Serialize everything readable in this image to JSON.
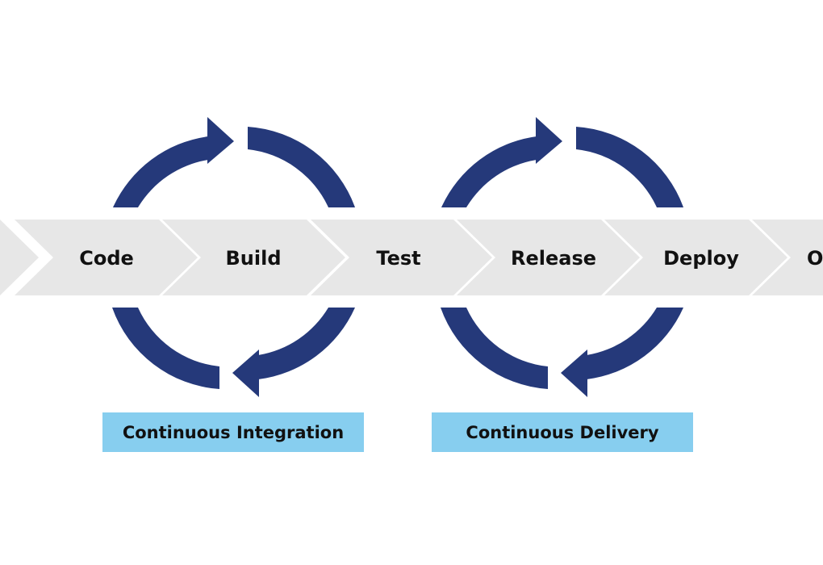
{
  "colors": {
    "background": "#ffffff",
    "chevron_fill": "#e7e7e7",
    "arrow_fill": "#25397a",
    "phase_box_fill": "#87ceef",
    "label_text": "#111111"
  },
  "pipeline": {
    "stages": [
      {
        "label": ""
      },
      {
        "label": "Code"
      },
      {
        "label": "Build"
      },
      {
        "label": "Test"
      },
      {
        "label": "Release"
      },
      {
        "label": "Deploy"
      },
      {
        "label": "O"
      }
    ]
  },
  "cycles": [
    {
      "icon": "circular-arrows-icon"
    },
    {
      "icon": "circular-arrows-icon"
    }
  ],
  "phases": [
    {
      "label": "Continuous Integration"
    },
    {
      "label": "Continuous Delivery"
    }
  ]
}
